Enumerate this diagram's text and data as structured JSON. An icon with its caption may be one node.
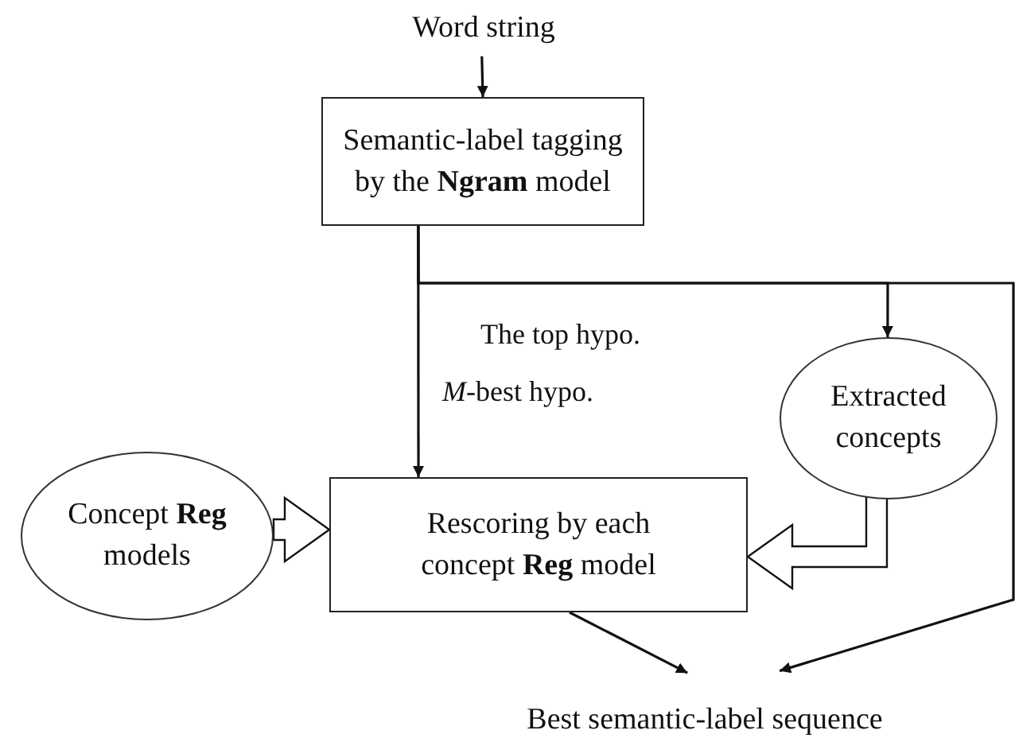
{
  "diagram": {
    "nodes": [
      {
        "text": [
          "Word string"
        ]
      },
      {
        "text": [
          "Semantic-label tagging by the **Ngram** model"
        ]
      },
      {
        "text": [
          "Extracted concepts"
        ]
      },
      {
        "text": [
          "Concept **Reg** models"
        ]
      },
      {
        "text": [
          "Rescoring by each concept **Reg** model"
        ]
      },
      {
        "text": [
          "Best semantic-label sequence"
        ]
      }
    ],
    "edges": [
      {
        "from": 0,
        "to": 1,
        "arrow": "to"
      },
      {
        "from": 1,
        "to": 2,
        "arrow": "to",
        "label": "The top hypo."
      },
      {
        "from": 1,
        "to": 4,
        "arrow": "to",
        "label": "*M*-best hypo."
      },
      {
        "from": 3,
        "to": 4,
        "arrow": "to",
        "style": "thick"
      },
      {
        "from": 2,
        "to": 4,
        "arrow": "to",
        "style": "thick"
      },
      {
        "from": 4,
        "to": 5,
        "arrow": "to"
      },
      {
        "from": 1,
        "to": 5,
        "arrow": "to"
      }
    ]
  }
}
